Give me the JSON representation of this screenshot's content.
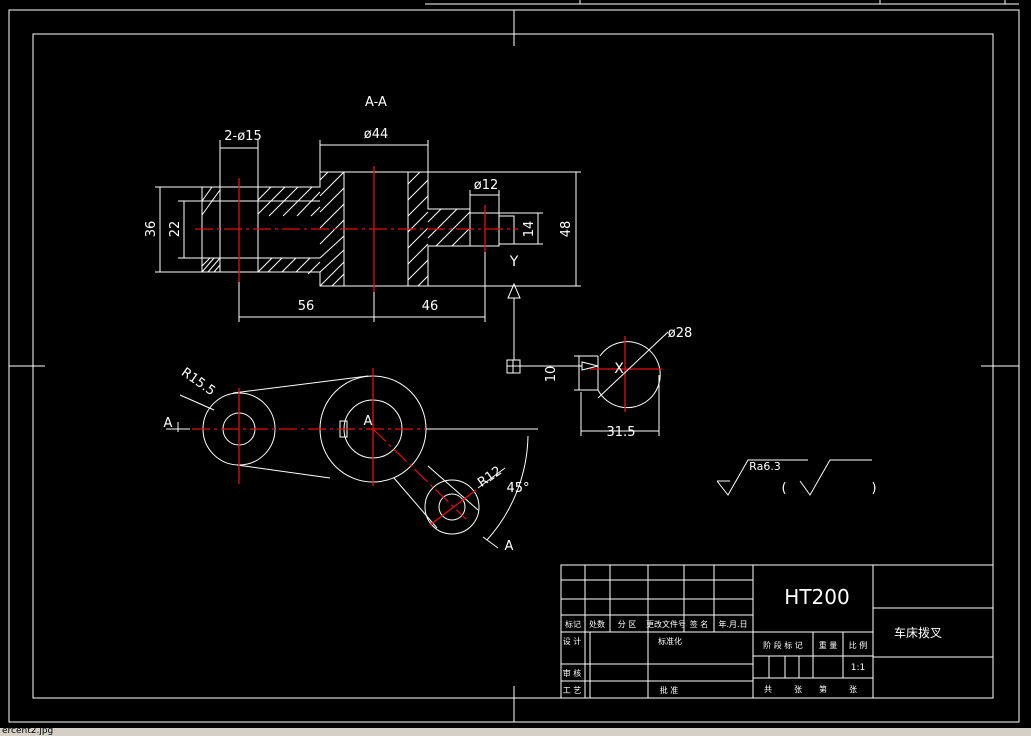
{
  "colors": {
    "background": "#000000",
    "line": "#ffffff",
    "centerline": "#e01010",
    "statusbar": "#d4d0c8"
  },
  "section_title": "A-A",
  "dimensions": {
    "holes_dia": "2-ø15",
    "hub_dia": "ø44",
    "small_hole_dia": "ø12",
    "outer_height": "36",
    "inner_height": "22",
    "right_height": "14",
    "total_height": "48",
    "length_left": "56",
    "length_right": "46",
    "arm_radius_left": "R15.5",
    "arm_radius_right": "R12",
    "angle": "45°",
    "detail_dia": "ø28",
    "detail_offset": "10",
    "detail_width": "31.5"
  },
  "markers": {
    "section_left": "A",
    "section_center": "A",
    "section_bottom": "A",
    "view_label": "Y",
    "view_x": "X"
  },
  "roughness": {
    "value": "Ra6.3",
    "paren_open": "(",
    "paren_close": ")"
  },
  "title_block": {
    "material": "HT200",
    "part_name": "车床拨叉",
    "row_labels": [
      "标记",
      "处数",
      "分 区",
      "更改文件号",
      "签 名",
      "年.月.日"
    ],
    "designer": "设 计",
    "standardization": "标准化",
    "review": "审 核",
    "process": "工 艺",
    "approve": "批 准",
    "stage_labels": [
      "阶 段 标 记",
      "重 量",
      "比 例"
    ],
    "scale": "1:1",
    "sheet_labels": [
      "共",
      "张",
      "第",
      "张"
    ]
  },
  "status_text": "ercent2.jpg"
}
